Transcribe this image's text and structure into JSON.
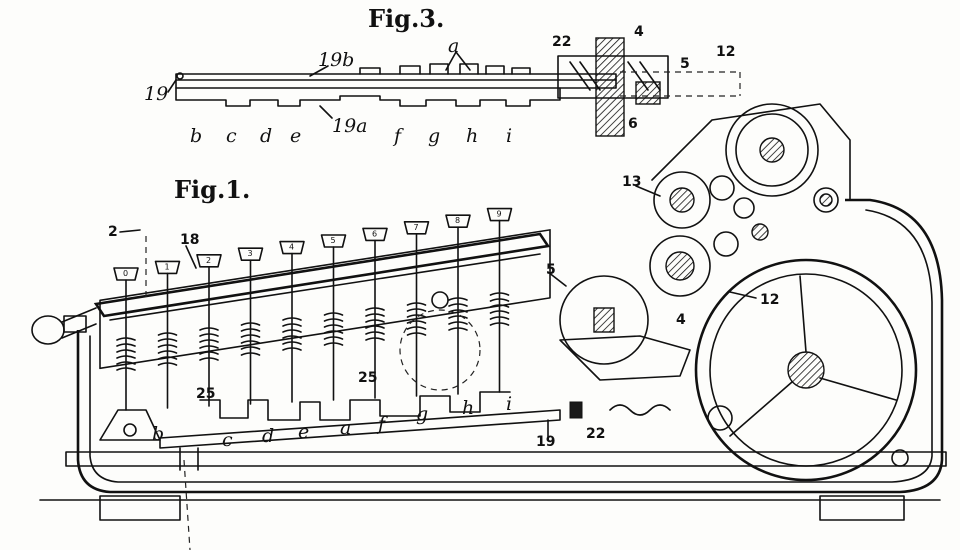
{
  "figure_titles": {
    "fig3": "Fig.3.",
    "fig1": "Fig.1."
  },
  "fig3_labels": {
    "a": "a",
    "n4": "4",
    "n22": "22",
    "n5": "5",
    "n12": "12",
    "n19": "19",
    "n19b": "19b",
    "n19a": "19a",
    "n6": "6",
    "b": "b",
    "c": "c",
    "d": "d",
    "e": "e",
    "f": "f",
    "g": "g",
    "h": "h",
    "i": "i"
  },
  "fig1_labels": {
    "n2": "2",
    "n18": "18",
    "n13": "13",
    "n5": "5",
    "n4": "4",
    "n12": "12",
    "n25a": "25",
    "n25b": "25",
    "n19": "19",
    "n22": "22",
    "b": "b",
    "c": "c",
    "d": "d",
    "e": "e",
    "a": "a",
    "f": "f",
    "g": "g",
    "h": "h",
    "i": "i"
  },
  "keys": [
    "0",
    "1",
    "2",
    "3",
    "4",
    "5",
    "6",
    "7",
    "8",
    "9"
  ]
}
